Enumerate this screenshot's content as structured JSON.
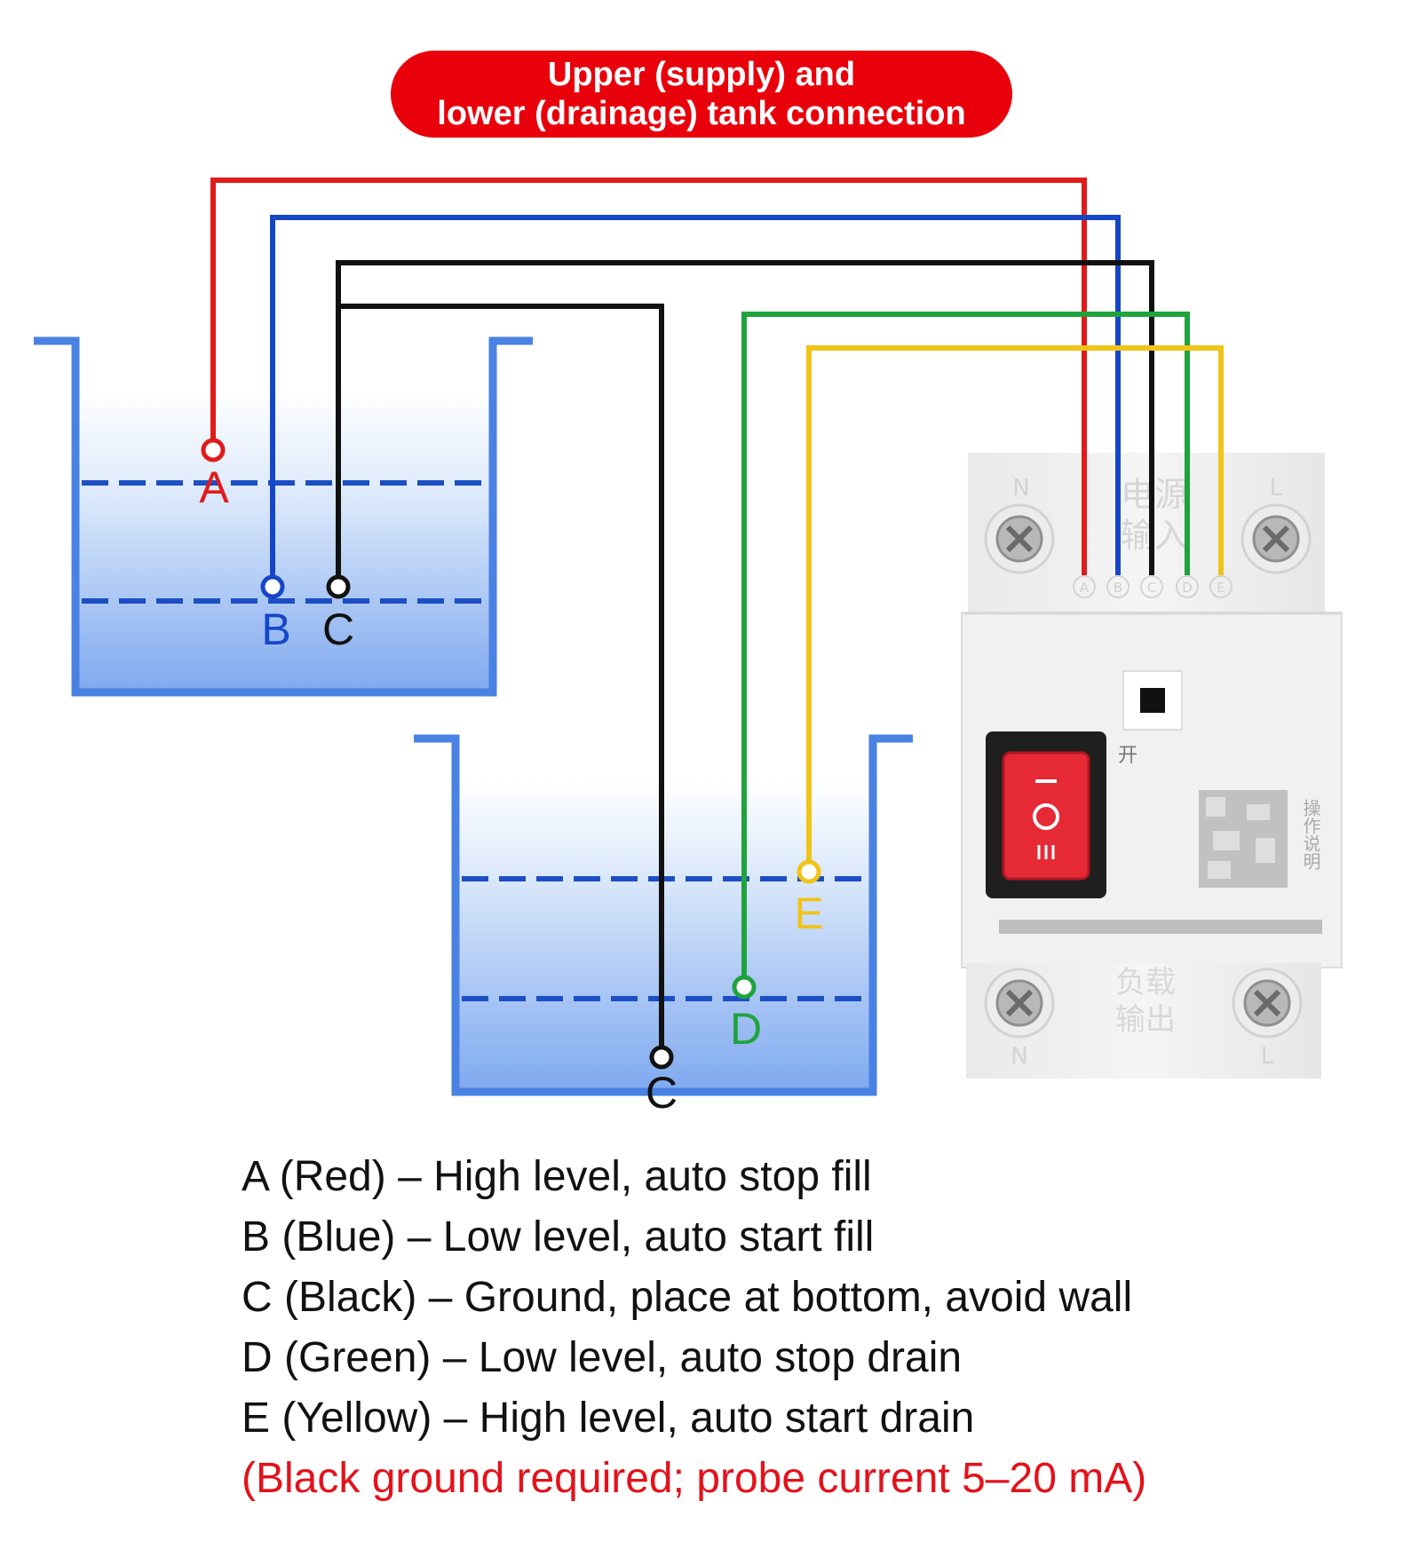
{
  "title": {
    "line1": "Upper (supply) and",
    "line2": "lower (drainage) tank connection"
  },
  "probes": {
    "A": "A",
    "B": "B",
    "C_upper": "C",
    "C_lower": "C",
    "D": "D",
    "E": "E"
  },
  "device": {
    "input_top_left": "N",
    "input_top_right": "L",
    "input_label_1": "电源",
    "input_label_2": "输入",
    "terminal_labels": [
      "A",
      "B",
      "C",
      "D",
      "E"
    ],
    "switch_on_label": "开",
    "output_label_1": "负载",
    "output_label_2": "输出",
    "output_bottom_left": "N",
    "output_bottom_right": "L",
    "manual_label": "操作说明"
  },
  "wire_colors": {
    "A": "#e01b1b",
    "B": "#1646c8",
    "C": "#111111",
    "D": "#1fa33c",
    "E": "#f0c419"
  },
  "legend": {
    "line_a": "A (Red) – High level, auto stop fill",
    "line_b": "B (Blue) – Low level, auto start fill",
    "line_c": "C (Black) – Ground, place at bottom, avoid wall",
    "line_d": "D (Green) – Low level, auto stop drain",
    "line_e": "E (Yellow) – High level, auto start drain",
    "note": "(Black ground required; probe current 5–20 mA)"
  }
}
